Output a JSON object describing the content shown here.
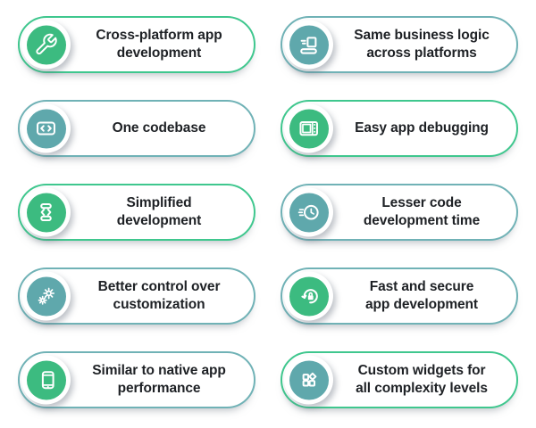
{
  "page": {
    "background": "#FFFFFF"
  },
  "colors": {
    "green": "#3CBB80",
    "teal": "#5FA8AC",
    "green_border": "#3FC78E",
    "teal_border": "#70B2B6",
    "text": "#1E2125",
    "card_bg": "#FFFFFF"
  },
  "cards": [
    {
      "label": "Cross-platform app development",
      "lines": [
        "Cross-platform app",
        "development"
      ],
      "icon": "wrench-icon",
      "icon_color": "green",
      "border_color": "green"
    },
    {
      "label": "Same business logic across platforms",
      "lines": [
        "Same business logic",
        "across platforms"
      ],
      "icon": "business-logic-icon",
      "icon_color": "teal",
      "border_color": "teal"
    },
    {
      "label": "One codebase",
      "lines": [
        "One codebase"
      ],
      "icon": "code-brackets-icon",
      "icon_color": "teal",
      "border_color": "teal"
    },
    {
      "label": "Easy app debugging",
      "lines": [
        "Easy app debugging"
      ],
      "icon": "debug-panel-icon",
      "icon_color": "green",
      "border_color": "green"
    },
    {
      "label": "Simplified development",
      "lines": [
        "Simplified",
        "development"
      ],
      "icon": "mobile-code-icon",
      "icon_color": "green",
      "border_color": "green"
    },
    {
      "label": "Lesser code development time",
      "lines": [
        "Lesser code",
        "development time"
      ],
      "icon": "clock-speed-icon",
      "icon_color": "teal",
      "border_color": "teal"
    },
    {
      "label": "Better control over customization",
      "lines": [
        "Better control over",
        "customization"
      ],
      "icon": "gears-icon",
      "icon_color": "teal",
      "border_color": "teal"
    },
    {
      "label": "Fast and secure app development",
      "lines": [
        "Fast and secure",
        "app development"
      ],
      "icon": "secure-sync-icon",
      "icon_color": "green",
      "border_color": "teal"
    },
    {
      "label": "Similar to native app performance",
      "lines": [
        "Similar to native app",
        "performance"
      ],
      "icon": "smartphone-icon",
      "icon_color": "green",
      "border_color": "teal"
    },
    {
      "label": "Custom widgets for all complexity levels",
      "lines": [
        "Custom widgets for",
        "all complexity levels"
      ],
      "icon": "widgets-icon",
      "icon_color": "teal",
      "border_color": "green"
    }
  ]
}
